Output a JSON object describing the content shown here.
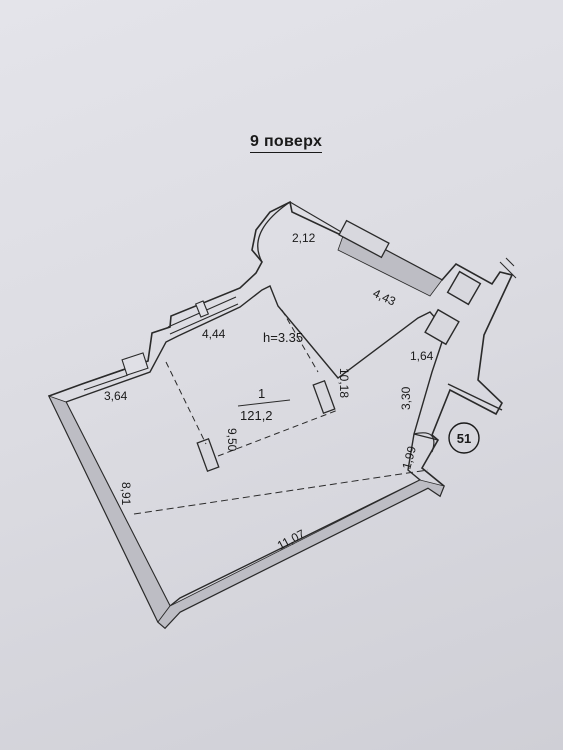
{
  "floor_label": "9 поверх",
  "room": {
    "number": "1",
    "area": "121,2",
    "height": "h=3.35"
  },
  "apartment_number": "51",
  "dimensions": {
    "d_2_12": "2,12",
    "d_4_43": "4,43",
    "d_4_44": "4,44",
    "d_3_64": "3,64",
    "d_10_18": "10,18",
    "d_9_50": "9,50",
    "d_8_91": "8,91",
    "d_1_64": "1,64",
    "d_3_30": "3,30",
    "d_1_99": "1,99",
    "d_11_07": "11,07"
  }
}
